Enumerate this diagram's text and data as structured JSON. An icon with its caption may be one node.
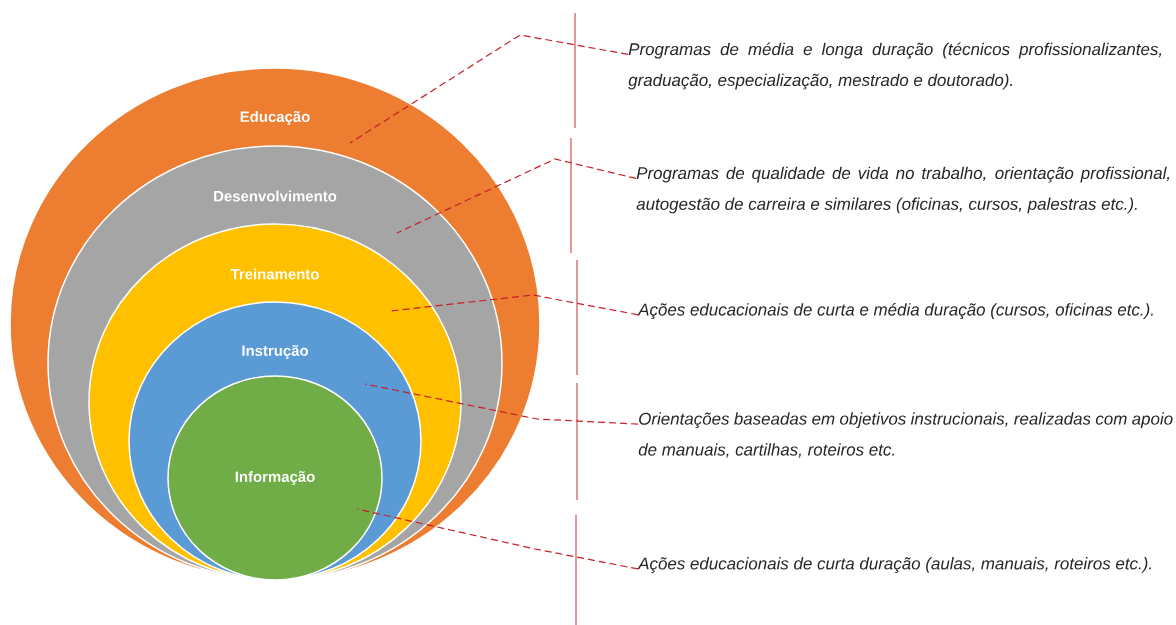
{
  "diagram": {
    "nodes": [
      {
        "text": [
          "Educação"
        ]
      },
      {
        "text": [
          "Desenvolvimento"
        ],
        "in": 0
      },
      {
        "text": [
          "Treinamento"
        ],
        "in": 1
      },
      {
        "text": [
          "Instrução"
        ],
        "in": 2
      },
      {
        "text": [
          "Informação"
        ],
        "in": 3
      },
      {
        "text": [
          "Programas de média e longa duração (técnicos profissionalizantes, graduação, especialização, mestrado e doutorado)."
        ]
      },
      {
        "text": [
          "Programas de qualidade de vida no trabalho, orientação profissional, autogestão de carreira e similares (oficinas, cursos, palestras etc.)."
        ]
      },
      {
        "text": [
          "Ações educacionais de curta e média duração (cursos, oficinas etc.)."
        ]
      },
      {
        "text": [
          "Orientações baseadas em objetivos instrucionais, realizadas com apoio de manuais, cartilhas, roteiros etc."
        ]
      },
      {
        "text": [
          "Ações educacionais de curta duração (aulas, manuais, roteiros etc.)."
        ]
      }
    ],
    "edges": [
      {
        "from": 5,
        "to": 0,
        "arrow": "none",
        "style": "dashed"
      },
      {
        "from": 6,
        "to": 1,
        "arrow": "none",
        "style": "dashed"
      },
      {
        "from": 7,
        "to": 2,
        "arrow": "none",
        "style": "dashed"
      },
      {
        "from": 8,
        "to": 3,
        "arrow": "none",
        "style": "dashed"
      },
      {
        "from": 9,
        "to": 4,
        "arrow": "none",
        "style": "dashed"
      }
    ]
  }
}
